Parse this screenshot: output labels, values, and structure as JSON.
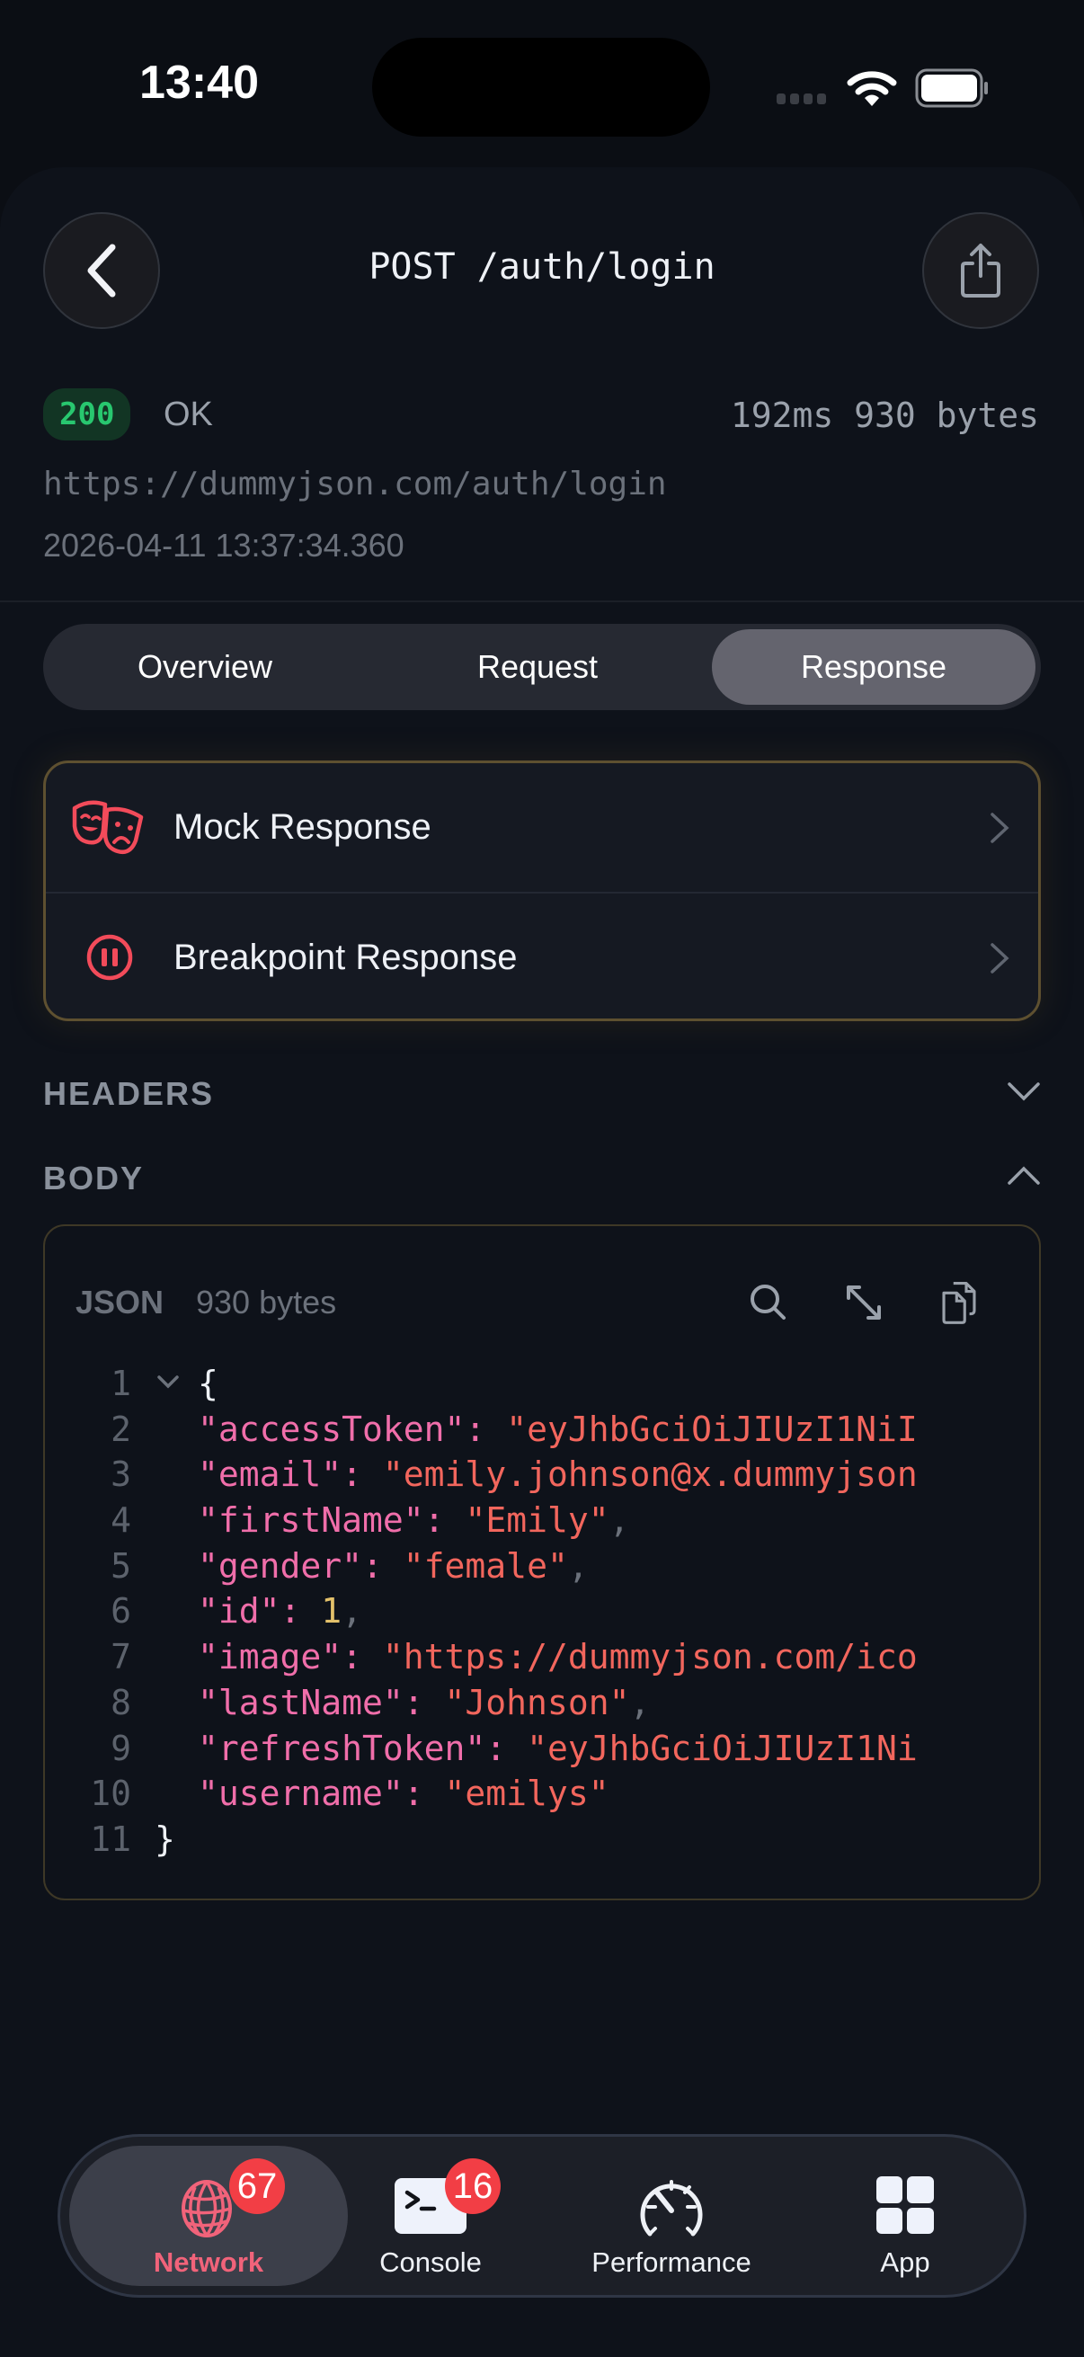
{
  "status_bar": {
    "time": "13:40"
  },
  "header": {
    "title": "POST /auth/login",
    "back_icon": "chevron-left-icon",
    "share_icon": "share-icon"
  },
  "summary": {
    "status_code": "200",
    "status_text": "OK",
    "metrics": "192ms 930 bytes",
    "url": "https://dummyjson.com/auth/login",
    "timestamp": "2026-04-11 13:37:34.360",
    "status_color": "#28c76f"
  },
  "tabs": [
    {
      "label": "Overview",
      "active": false
    },
    {
      "label": "Request",
      "active": false
    },
    {
      "label": "Response",
      "active": true
    }
  ],
  "actions": [
    {
      "label": "Mock Response",
      "icon": "theater-masks-icon"
    },
    {
      "label": "Breakpoint Response",
      "icon": "pause-circle-icon"
    }
  ],
  "sections": {
    "headers": {
      "label": "HEADERS",
      "expanded": false
    },
    "body": {
      "label": "BODY",
      "expanded": true
    }
  },
  "body": {
    "type": "JSON",
    "size": "930 bytes",
    "tools": [
      "search-icon",
      "expand-icon",
      "copy-icon"
    ],
    "lines": [
      {
        "n": "1",
        "open": "{"
      },
      {
        "n": "2",
        "key": "\"accessToken\"",
        "value": "\"eyJhbGciOiJIUzI1NiI",
        "comma": ""
      },
      {
        "n": "3",
        "key": "\"email\"",
        "value": "\"emily.johnson@x.dummyjson",
        "comma": ""
      },
      {
        "n": "4",
        "key": "\"firstName\"",
        "value": "\"Emily\"",
        "comma": ","
      },
      {
        "n": "5",
        "key": "\"gender\"",
        "value": "\"female\"",
        "comma": ","
      },
      {
        "n": "6",
        "key": "\"id\"",
        "value": "1",
        "comma": ","
      },
      {
        "n": "7",
        "key": "\"image\"",
        "value": "\"https://dummyjson.com/ico",
        "comma": ""
      },
      {
        "n": "8",
        "key": "\"lastName\"",
        "value": "\"Johnson\"",
        "comma": ","
      },
      {
        "n": "9",
        "key": "\"refreshToken\"",
        "value": "\"eyJhbGciOiJIUzI1Ni",
        "comma": ""
      },
      {
        "n": "10",
        "key": "\"username\"",
        "value": "\"emilys\"",
        "comma": ""
      },
      {
        "n": "11",
        "close": "}"
      }
    ],
    "colon": ": "
  },
  "tabbar": {
    "items": [
      {
        "label": "Network",
        "badge": "67",
        "active": true,
        "icon": "globe-icon"
      },
      {
        "label": "Console",
        "badge": "16",
        "active": false,
        "icon": "terminal-icon"
      },
      {
        "label": "Performance",
        "badge": "",
        "active": false,
        "icon": "speedometer-icon"
      },
      {
        "label": "App",
        "badge": "",
        "active": false,
        "icon": "grid-icon"
      }
    ]
  },
  "colors": {
    "accent": "#f1637a",
    "badge": "#f23e45",
    "json_key": "#f06eaa",
    "json_string": "#f2665d",
    "json_number": "#e3c16b",
    "card_border": "#5e5030"
  }
}
